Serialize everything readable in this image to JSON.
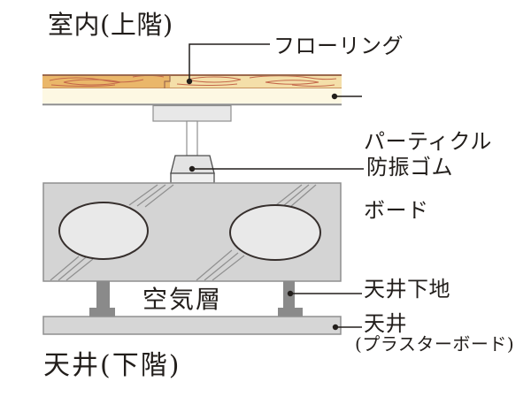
{
  "labels": {
    "room_upper": "室内(上階)",
    "flooring": "フローリング",
    "particle_board_line1": "パーティクル",
    "particle_board_line2": "ボード",
    "vibration_rubber": "防振ゴム",
    "air_layer": "空気層",
    "ceiling_base": "天井下地",
    "ceiling": "天井",
    "ceiling_material": "(プラスターボード)",
    "room_lower": "天井(下階)"
  },
  "colors": {
    "background": "#ffffff",
    "text": "#221e1b",
    "leader": "#221e1b",
    "wood_left": "#eab76a",
    "wood_right": "#f4dfa9",
    "wood_grain": "#c4674a",
    "wood_edge": "#9c6a4e",
    "wood_bottom_edge": "#c9935f",
    "particle_board": "#fdf8e3",
    "outline_gray": "#8f8f8f",
    "metal_fill": "#e8e8e8",
    "post_fill": "#ffffff",
    "rubber_fill": "#e3e3e3",
    "rubber_outline": "#4d4d4d",
    "base_plate_fill": "#efefef",
    "slab_fill": "#d4d4d4",
    "void_fill": "#e9e9e9",
    "void_outline": "#362f2d",
    "hanger_fill": "#8a8a8a",
    "ceiling_fill": "#d6d6d6"
  }
}
